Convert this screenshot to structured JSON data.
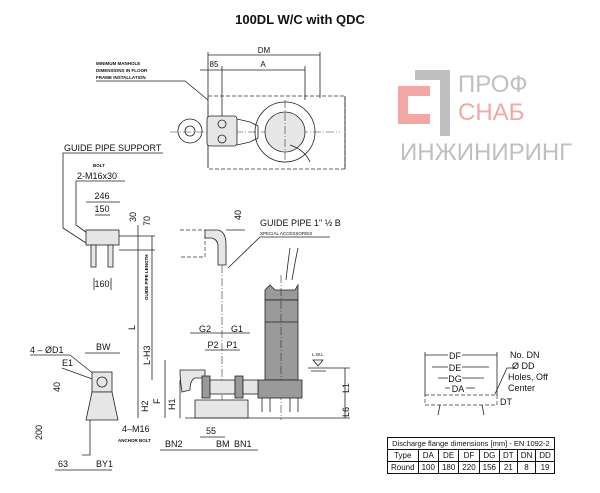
{
  "title": "100DL W/C with QDC",
  "top_view": {
    "dm": "DM",
    "d85": "85",
    "a": "A",
    "manhole_note": [
      "MINIMUM MANHOLE",
      "DIMENSIONS IN FLOOR",
      "FRAME INSTALLATION"
    ]
  },
  "guide_support": {
    "label": "GUIDE PIPE SUPPORT",
    "bolt": "BOLT",
    "bolt_spec": "2-M16x30",
    "d246": "246",
    "d150": "150",
    "d160": "160",
    "d30": "30",
    "d70": "70"
  },
  "guide_pipe": {
    "label": "GUIDE PIPE 1\" ½ B",
    "sub": "SPECIAL ACCESSORIES",
    "d40": "40",
    "length": "GUIDE PIPE LENGTH",
    "l": "L",
    "lh3": "L-H3"
  },
  "elevation": {
    "g2": "G2",
    "g1": "G1",
    "p2": "P2",
    "p1": "P1",
    "lwl": "L.W.L.",
    "l1": "L1",
    "l6": "L6",
    "h2": "H2",
    "f": "F",
    "h1": "H1",
    "d55": "55",
    "bm": "BM",
    "bn2": "BN2",
    "bn1": "BN1"
  },
  "base": {
    "d1": "4 – ØD1",
    "bw": "BW",
    "e1": "E1",
    "d40": "40",
    "d200": "200",
    "d63": "63",
    "by1": "BY1",
    "anchor": "4–M16",
    "anchor_sub": "ANCHOR BOLT"
  },
  "flange": {
    "df": "DF",
    "de": "DE",
    "dg": "DG",
    "da": "DA",
    "dt": "DT",
    "note": [
      "No. DN",
      "Ø DD",
      "Holes, Off",
      "Center"
    ]
  },
  "table": {
    "caption": "Discharge flange dimensions [mm] - EN 1092-2",
    "headers": [
      "Type",
      "DA",
      "DE",
      "DF",
      "DG",
      "DT",
      "DN",
      "DD"
    ],
    "row": [
      "Round",
      "100",
      "180",
      "220",
      "156",
      "21",
      "8",
      "19"
    ]
  },
  "watermark": {
    "line1": "ПРОФ",
    "line2": "СНАБ",
    "line3": "ИНЖИНИРИНГ"
  },
  "colors": {
    "watermark_red": "#e8605c",
    "watermark_grey": "#8c8c8c"
  }
}
